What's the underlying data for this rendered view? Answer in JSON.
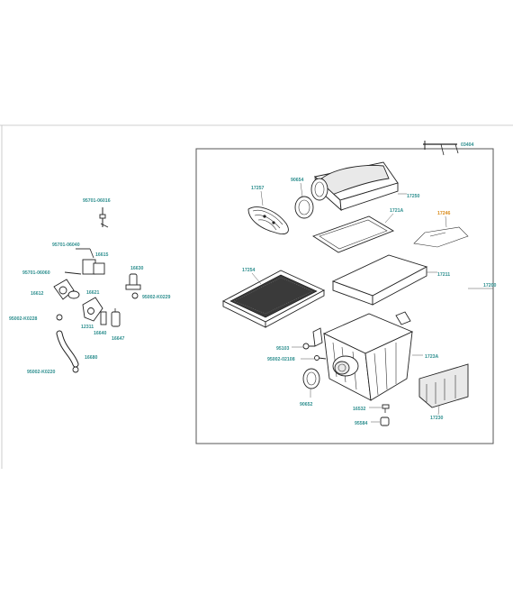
{
  "colors": {
    "label_teal": "#2e8f8f",
    "label_orange": "#d98b1a",
    "frame": "#bfbfbf",
    "box": "#555555",
    "line": "#222222"
  },
  "labels": {
    "top_right": "03404",
    "main_assy": "17200",
    "duct": "17250",
    "seal_duct": "90654",
    "screen": "17257",
    "cover": "1721A",
    "tag": "17246",
    "cover_top": "17211",
    "element": "17254",
    "case": "1723A",
    "bracket": "17230",
    "bolt_a": "95103",
    "bolt_b": "95002-02108",
    "clamp": "90652",
    "drain_a": "16532",
    "drain_b": "95584",
    "l_bolt_top": "95701-06016",
    "l_bolt_2": "95701-06040",
    "l_part_a": "16615",
    "l_bolt_3": "95701-06060",
    "l_part_b": "16630",
    "l_part_c": "16612",
    "l_part_d": "16621",
    "l_bolt_4": "95002-K0229",
    "l_bolt_5": "95002-K0228",
    "l_part_e": "12311",
    "l_part_f": "16640",
    "l_part_g": "16647",
    "l_hose": "16680",
    "l_bolt_6": "95002-K0220"
  }
}
